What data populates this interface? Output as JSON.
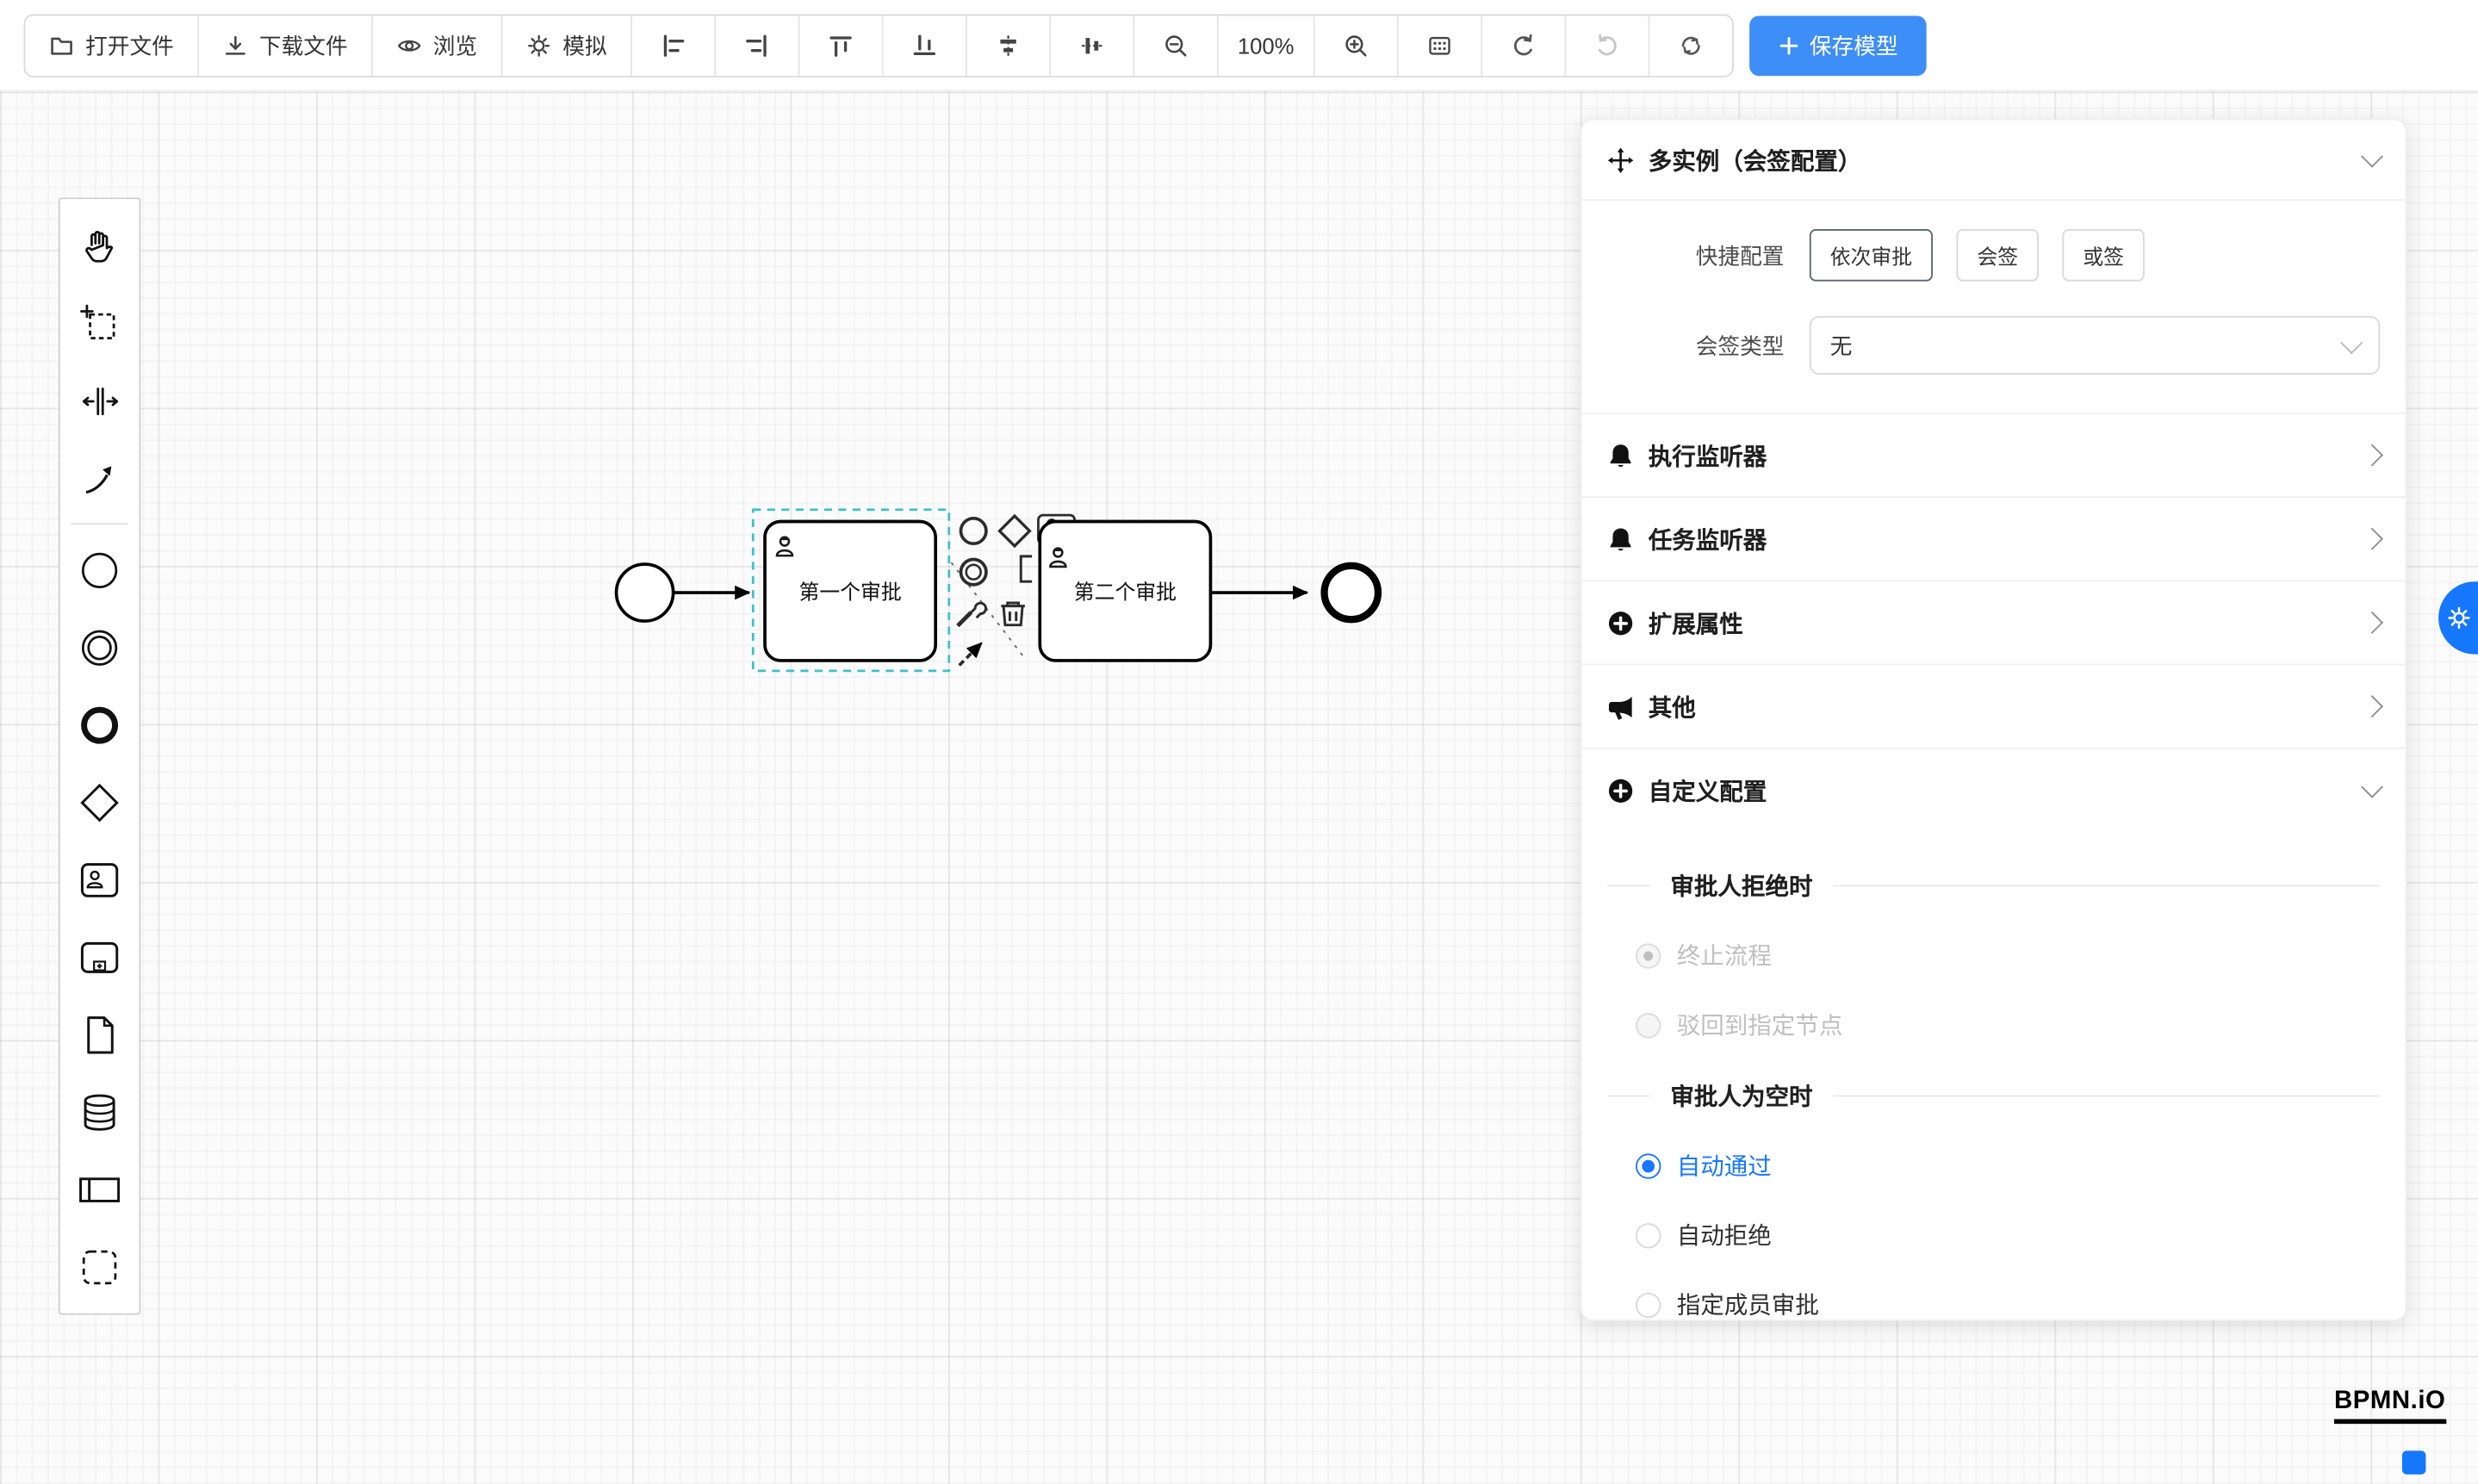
{
  "colors": {
    "save_button": "#3d8ef7",
    "accent_blue": "#1677ff",
    "selection_dash": "#3cc0cf",
    "canvas_bg": "#fbfbfb"
  },
  "toolbar": {
    "open_file": "打开文件",
    "download_file": "下载文件",
    "preview": "浏览",
    "simulate": "模拟",
    "zoom_level": "100%",
    "save_model": "保存模型",
    "icons": [
      "folder-icon",
      "download-icon",
      "eye-icon",
      "gear-icon",
      "align-left-icon",
      "align-right-icon",
      "align-top-icon",
      "align-bottom-icon",
      "align-center-icon",
      "align-middle-icon",
      "zoom-out-icon",
      "zoom-in-icon",
      "grid-icon",
      "undo-icon",
      "redo-icon",
      "sync-icon",
      "plus-icon"
    ]
  },
  "palette": {
    "tools": [
      "hand-tool",
      "lasso-tool",
      "space-tool",
      "global-connect-tool"
    ],
    "elements": [
      "start-event",
      "intermediate-event",
      "end-event",
      "gateway",
      "user-task",
      "subprocess",
      "document",
      "data-store",
      "participant",
      "group"
    ]
  },
  "canvas": {
    "task1_label": "第一个审批",
    "task2_label": "第二个审批",
    "context_pad": [
      "append-end-event",
      "append-gateway",
      "append-task",
      "append-intermediate-event",
      "append-text-annotation",
      "wrench-replace",
      "trash-delete",
      "connect-arrow"
    ]
  },
  "panel": {
    "title": "多实例（会签配置）",
    "quick_config": {
      "label": "快捷配置",
      "options": [
        "依次审批",
        "会签",
        "或签"
      ]
    },
    "sign_type": {
      "label": "会签类型",
      "value": "无"
    },
    "sections": [
      {
        "icon": "bell-icon",
        "label": "执行监听器"
      },
      {
        "icon": "bell-icon",
        "label": "任务监听器"
      },
      {
        "icon": "plus-circle-icon",
        "label": "扩展属性"
      },
      {
        "icon": "megaphone-icon",
        "label": "其他"
      },
      {
        "icon": "plus-circle-icon",
        "label": "自定义配置"
      }
    ],
    "reject_group": {
      "title": "审批人拒绝时",
      "options": [
        "终止流程",
        "驳回到指定节点"
      ],
      "selected_index": 0,
      "disabled": true
    },
    "empty_group": {
      "title": "审批人为空时",
      "options": [
        "自动通过",
        "自动拒绝",
        "指定成员审批"
      ],
      "selected_index": 0
    }
  },
  "watermark": "BPMN.iO"
}
